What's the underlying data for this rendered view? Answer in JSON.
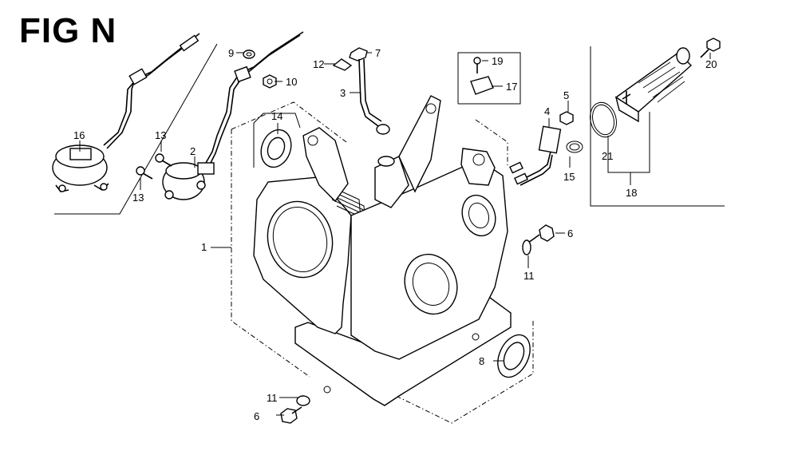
{
  "title": "FIG N",
  "callouts": [
    {
      "id": "c1",
      "num": "1"
    },
    {
      "id": "c2",
      "num": "2"
    },
    {
      "id": "c3",
      "num": "3"
    },
    {
      "id": "c4",
      "num": "4"
    },
    {
      "id": "c5",
      "num": "5"
    },
    {
      "id": "c6a",
      "num": "6"
    },
    {
      "id": "c6b",
      "num": "6"
    },
    {
      "id": "c7",
      "num": "7"
    },
    {
      "id": "c8",
      "num": "8"
    },
    {
      "id": "c9",
      "num": "9"
    },
    {
      "id": "c10",
      "num": "10"
    },
    {
      "id": "c11a",
      "num": "11"
    },
    {
      "id": "c11b",
      "num": "11"
    },
    {
      "id": "c12",
      "num": "12"
    },
    {
      "id": "c13a",
      "num": "13"
    },
    {
      "id": "c13b",
      "num": "13"
    },
    {
      "id": "c14",
      "num": "14"
    },
    {
      "id": "c15",
      "num": "15"
    },
    {
      "id": "c16",
      "num": "16"
    },
    {
      "id": "c17",
      "num": "17"
    },
    {
      "id": "c18",
      "num": "18"
    },
    {
      "id": "c19",
      "num": "19"
    },
    {
      "id": "c20",
      "num": "20"
    },
    {
      "id": "c21",
      "num": "21"
    }
  ]
}
